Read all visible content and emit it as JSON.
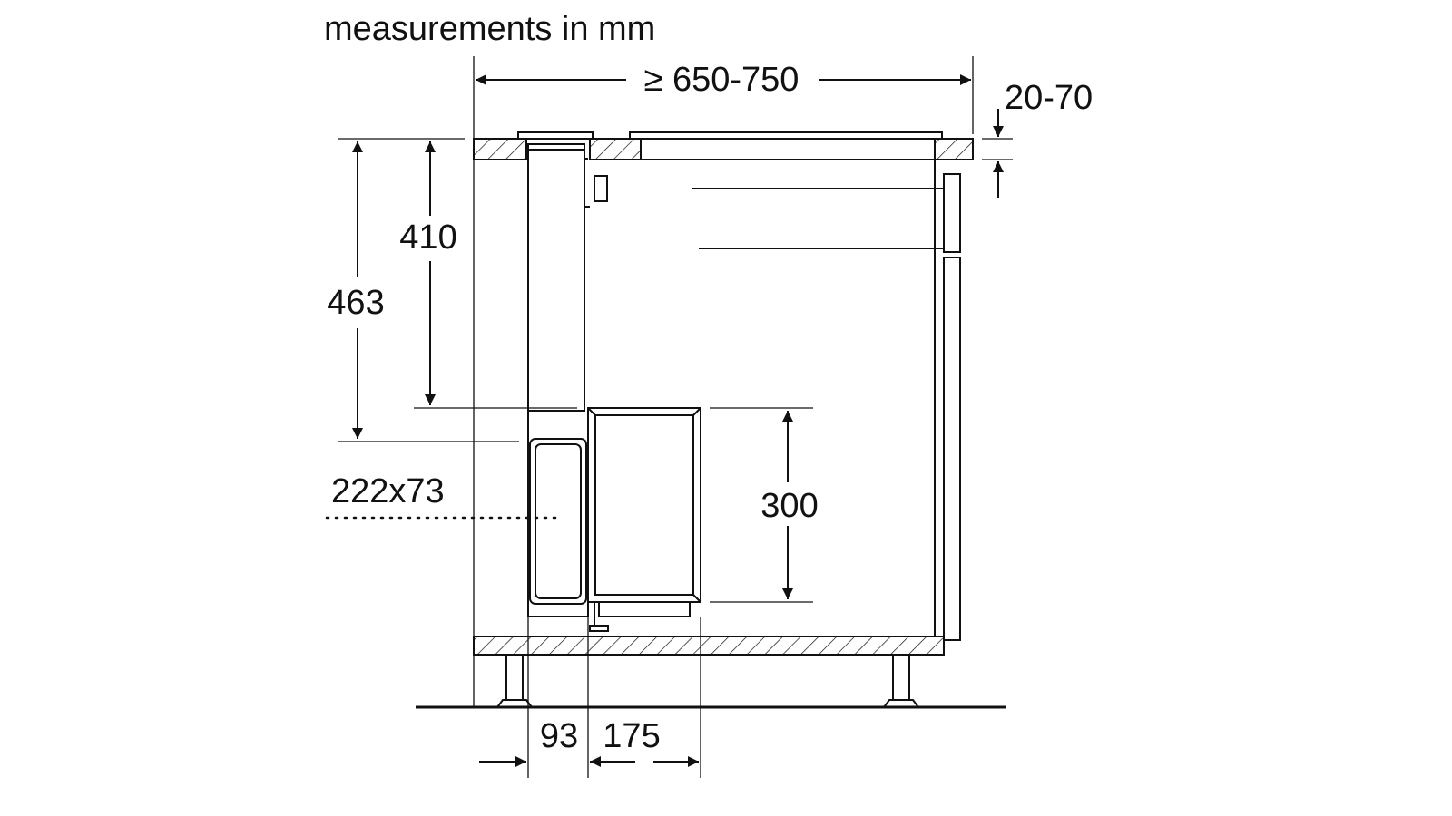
{
  "title": "measurements in mm",
  "dimensions": {
    "width": "≥ 650-750",
    "worktop_thickness": "20-70",
    "height_top": "410",
    "height_total": "463",
    "cutout": "222x73",
    "drawer_height": "300",
    "duct_depth": "93",
    "unit_depth": "175"
  }
}
